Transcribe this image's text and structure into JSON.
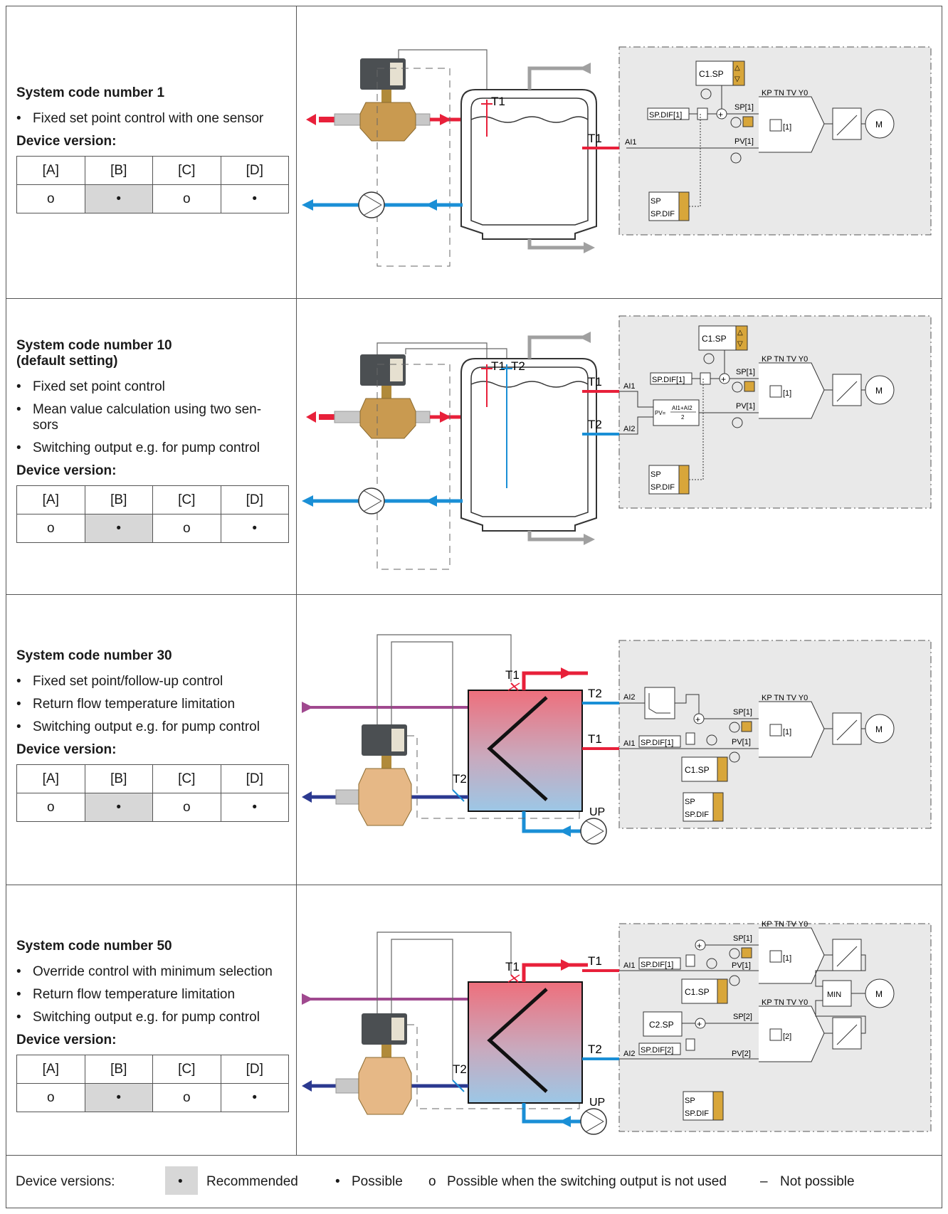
{
  "rows": [
    {
      "title": "System code number 1",
      "bullets": [
        "Fixed set point control with one sensor"
      ],
      "device_version_label": "Device version:",
      "columns": [
        "[A]",
        "[B]",
        "[C]",
        "[D]"
      ],
      "marks": [
        "o",
        "•",
        "o",
        "•"
      ],
      "diagram": {
        "sensors": [
          "T1"
        ],
        "inputs": [
          "T1"
        ],
        "analog_inputs": [
          "AI1"
        ],
        "blocks": [
          "C1.SP",
          "SP.DIF[1]",
          "SP[1]",
          "PV[1]",
          "[1]",
          "SP",
          "SP.DIF",
          "M"
        ],
        "controller_params": "KP TN TV Y0"
      }
    },
    {
      "title": "System code number 10",
      "subtitle": "(default setting)",
      "bullets": [
        "Fixed set point control",
        "Mean value calculation using two sen-sors",
        "Switching output e.g. for pump control"
      ],
      "device_version_label": "Device version:",
      "columns": [
        "[A]",
        "[B]",
        "[C]",
        "[D]"
      ],
      "marks": [
        "o",
        "•",
        "o",
        "•"
      ],
      "diagram": {
        "sensors": [
          "T1",
          "T2"
        ],
        "inputs": [
          "T1",
          "T2"
        ],
        "analog_inputs": [
          "AI1",
          "AI2"
        ],
        "formula_lhs": "PV=",
        "formula_num": "AI1+AI2",
        "formula_den": "2",
        "blocks": [
          "C1.SP",
          "SP.DIF[1]",
          "SP[1]",
          "PV[1]",
          "[1]",
          "SP",
          "SP.DIF",
          "M"
        ],
        "controller_params": "KP TN TV Y0"
      }
    },
    {
      "title": "System code number 30",
      "bullets": [
        "Fixed set point/follow-up control",
        "Return flow temperature limitation",
        "Switching output e.g. for pump control"
      ],
      "device_version_label": "Device version:",
      "columns": [
        "[A]",
        "[B]",
        "[C]",
        "[D]"
      ],
      "marks": [
        "o",
        "•",
        "o",
        "•"
      ],
      "diagram": {
        "sensors": [
          "T1",
          "T2"
        ],
        "pump": "UP",
        "inputs": [
          "T2",
          "T1"
        ],
        "analog_inputs": [
          "AI2",
          "AI1"
        ],
        "blocks": [
          "SP.DIF[1]",
          "C1.SP",
          "SP[1]",
          "PV[1]",
          "[1]",
          "SP",
          "SP.DIF",
          "M"
        ],
        "controller_params": "KP TN TV Y0"
      }
    },
    {
      "title": "System code number 50",
      "bullets": [
        "Override control with minimum selection",
        "Return flow temperature limitation",
        "Switching output e.g. for pump control"
      ],
      "device_version_label": "Device version:",
      "columns": [
        "[A]",
        "[B]",
        "[C]",
        "[D]"
      ],
      "marks": [
        "o",
        "•",
        "o",
        "•"
      ],
      "diagram": {
        "sensors": [
          "T1",
          "T2"
        ],
        "pump": "UP",
        "inputs": [
          "T1",
          "T2"
        ],
        "analog_inputs": [
          "AI1",
          "AI2"
        ],
        "blocks": [
          "SP.DIF[1]",
          "C1.SP",
          "SP[1]",
          "PV[1]",
          "[1]",
          "C2.SP",
          "SP.DIF[2]",
          "SP[2]",
          "PV[2]",
          "[2]",
          "SP",
          "SP.DIF",
          "MIN",
          "M"
        ],
        "controller_params": "KP TN TV Y0"
      }
    }
  ],
  "legend": {
    "label": "Device versions:",
    "recommended_mark": "•",
    "recommended": "Recommended",
    "possible_mark": "•",
    "possible": "Possible",
    "possible_no_switch_mark": "o",
    "possible_no_switch": "Possible when the switching output is not used",
    "not_possible_mark": "–",
    "not_possible": "Not possible"
  },
  "colors": {
    "flow_hot": "#e8203a",
    "flow_return": "#1a8fd6",
    "flow_secondary": "#a0a0a0",
    "supply_purple": "#a0498f",
    "return_navy": "#2b3990",
    "controller_panel": "#e9e9e9",
    "button_gold": "#d8a63a",
    "recommended_fill": "#d7d7d7"
  }
}
